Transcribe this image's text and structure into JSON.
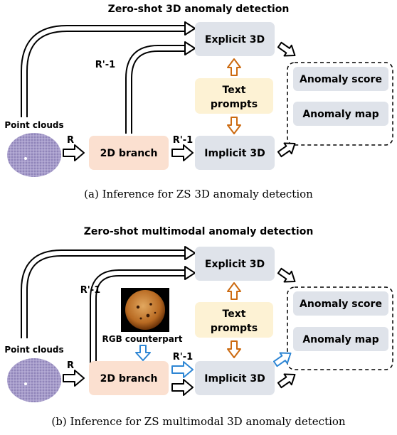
{
  "panel_a": {
    "title": "Zero-shot 3D anomaly detection",
    "explicit": "Explicit 3D",
    "implicit": "Implicit 3D",
    "branch": "2D branch",
    "text_line1": "Text",
    "text_line2": "prompts",
    "score": "Anomaly score",
    "map": "Anomaly map",
    "point_clouds": "Point clouds",
    "r_label": "R",
    "r_inv_upper": "R'-1",
    "r_inv_lower": "R'-1",
    "caption": "(a) Inference for ZS 3D anomaly detection"
  },
  "panel_b": {
    "title": "Zero-shot multimodal anomaly detection",
    "explicit": "Explicit 3D",
    "implicit": "Implicit 3D",
    "branch": "2D branch",
    "text_line1": "Text",
    "text_line2": "prompts",
    "score": "Anomaly score",
    "map": "Anomaly map",
    "point_clouds": "Point clouds",
    "rgb": "RGB counterpart",
    "r_label": "R",
    "r_inv_upper": "R'-1",
    "r_inv_lower": "R'-1",
    "caption": "(b) Inference for ZS multimodal 3D anomaly detection"
  },
  "colors": {
    "gray_box": "#dfe3ea",
    "orange_box": "#fbe0d0",
    "yellow_box": "#fdf2d4",
    "orange_arrow": "#cc6a10",
    "blue_arrow": "#2e86d4",
    "point_cloud": "#9d93c2"
  }
}
